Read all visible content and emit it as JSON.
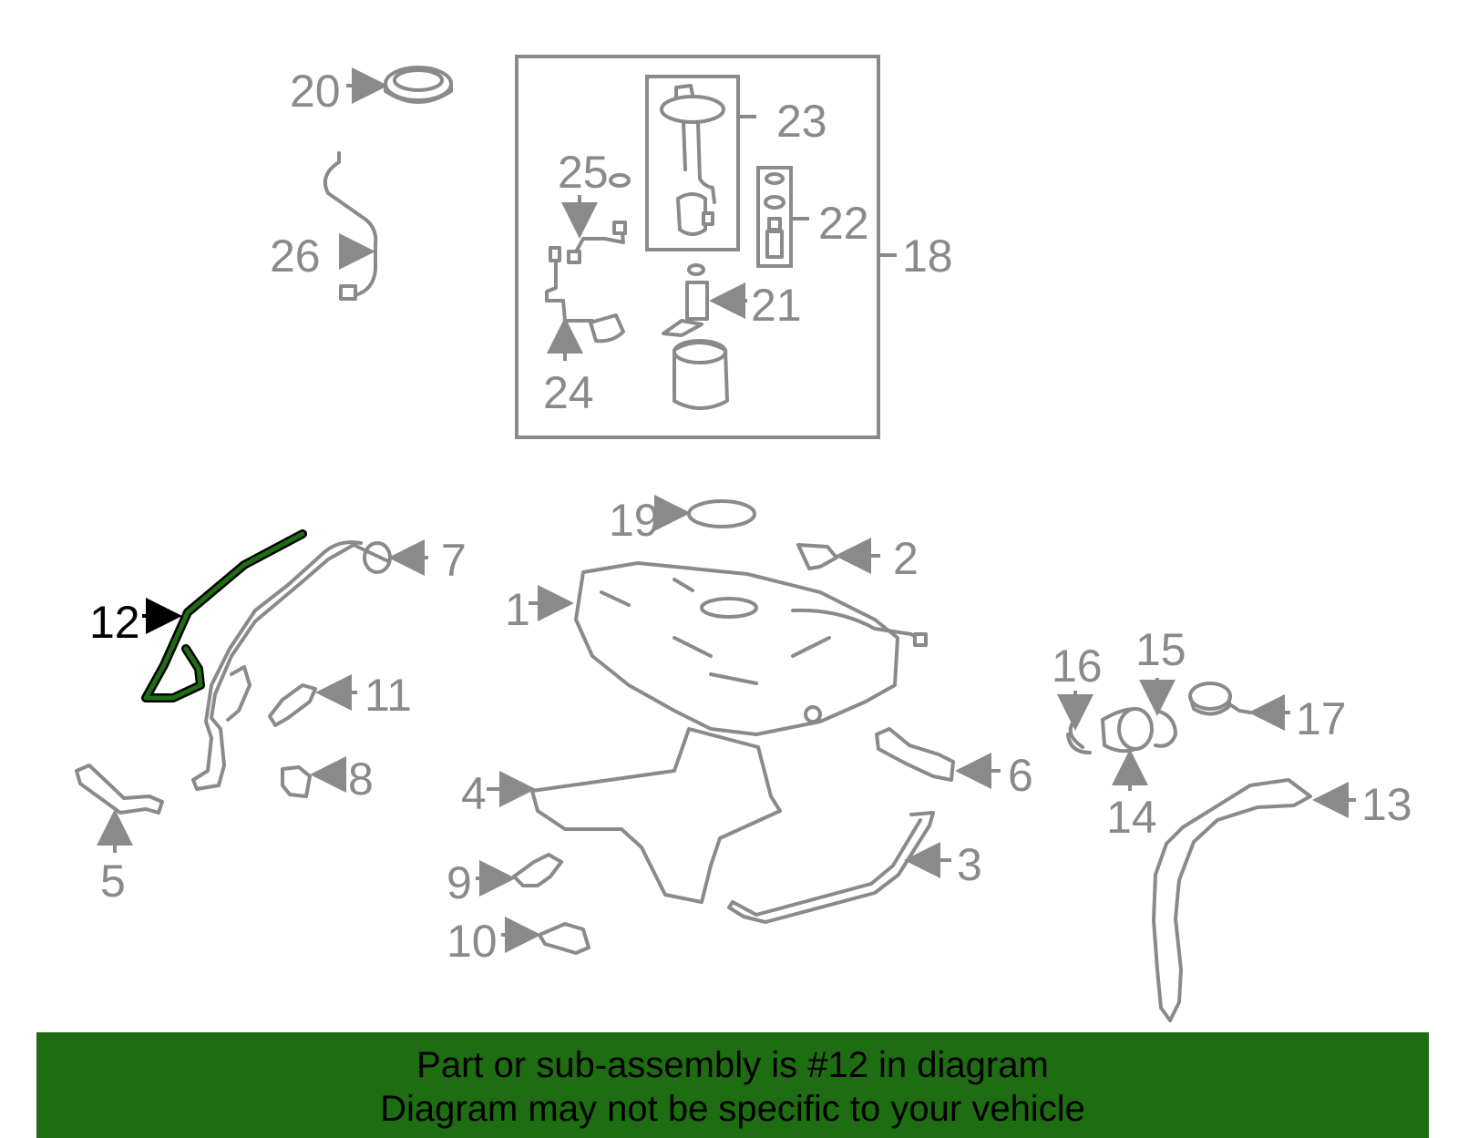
{
  "diagram": {
    "highlight_color": "#1f6d12",
    "callouts": {
      "c1": "1",
      "c2": "2",
      "c3": "3",
      "c4": "4",
      "c5": "5",
      "c6": "6",
      "c7": "7",
      "c8": "8",
      "c9": "9",
      "c10": "10",
      "c11": "11",
      "c12": "12",
      "c13": "13",
      "c14": "14",
      "c15": "15",
      "c16": "16",
      "c17": "17",
      "c18": "18",
      "c19": "19",
      "c20": "20",
      "c21": "21",
      "c22": "22",
      "c23": "23",
      "c24": "24",
      "c25": "25",
      "c26": "26"
    }
  },
  "banner": {
    "line1": "Part or sub-assembly is #12 in diagram",
    "line2": "Diagram may not be specific to your vehicle",
    "background": "#1f6d12"
  }
}
